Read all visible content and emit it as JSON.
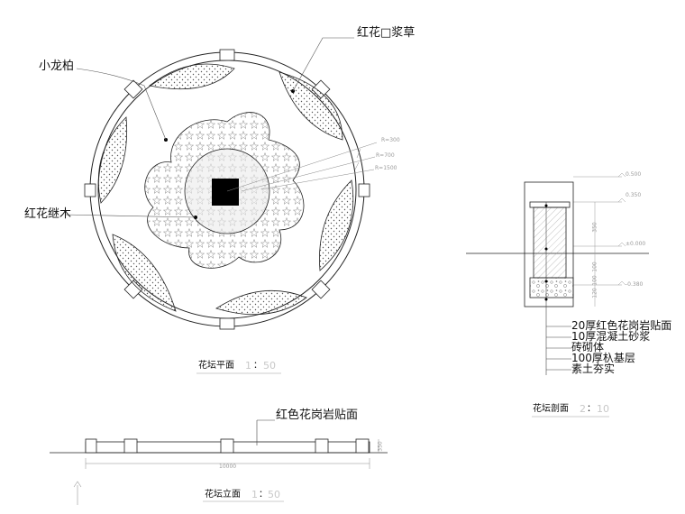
{
  "plan": {
    "labels": {
      "hongjimu": "红花继木",
      "xiaolongbai": "小龙柏",
      "hongjiangcao": "红花□浆草"
    },
    "dims": [
      "R=300",
      "R=700",
      "R=1500"
    ],
    "title": {
      "name": "花坛平面",
      "num": "1",
      "colon": "：",
      "scale": "50"
    }
  },
  "section": {
    "levels": [
      "0.500",
      "0.350",
      "±0.000",
      "-0.380"
    ],
    "layers": [
      "20厚红色花岗岩贴面",
      "10厚混凝土砂浆",
      "砖砌体",
      "100厚杁基层",
      "素土夯实"
    ],
    "dims": [
      "350",
      "100",
      "100",
      "120"
    ],
    "title": {
      "name": "花坛剖面",
      "num": "2",
      "colon": "：",
      "scale": "10"
    }
  },
  "elevation": {
    "label": "红色花岗岩贴面",
    "total_dim": "10000",
    "height_dim": "350",
    "title": {
      "name": "花坛立面",
      "num": "1",
      "colon": "：",
      "scale": "50"
    }
  },
  "colors": {
    "line": "#222222",
    "dim": "#8a8a8a",
    "faint": "#c8c8c8"
  }
}
